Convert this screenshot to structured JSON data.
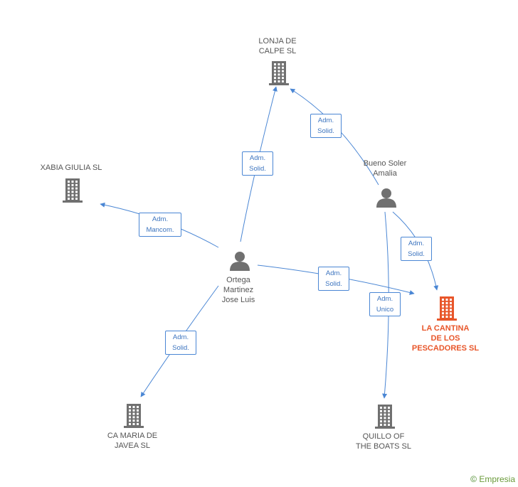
{
  "colors": {
    "edge": "#4a86d4",
    "building": "#707070",
    "building_highlight": "#e8562a",
    "person": "#707070"
  },
  "nodes": [
    {
      "id": "lonja",
      "type": "company",
      "label": "LONJA DE\nCALPE SL",
      "icon": "building-icon"
    },
    {
      "id": "xabia",
      "type": "company",
      "label": "XABIA GIULIA SL",
      "icon": "building-icon"
    },
    {
      "id": "bueno",
      "type": "person",
      "label": "Bueno Soler\nAmalia",
      "icon": "person-icon"
    },
    {
      "id": "ortega",
      "type": "person",
      "label": "Ortega\nMartinez\nJose Luis",
      "icon": "person-icon"
    },
    {
      "id": "cantina",
      "type": "company",
      "label": "LA CANTINA\nDE LOS\nPESCADORES SL",
      "icon": "building-icon",
      "highlight": true
    },
    {
      "id": "camaria",
      "type": "company",
      "label": "CA MARIA DE\nJAVEA SL",
      "icon": "building-icon"
    },
    {
      "id": "quillo",
      "type": "company",
      "label": "QUILLO OF\nTHE BOATS SL",
      "icon": "building-icon"
    }
  ],
  "edges": [
    {
      "from": "ortega",
      "to": "lonja",
      "label": "Adm.\nSolid."
    },
    {
      "from": "bueno",
      "to": "lonja",
      "label": "Adm.\nSolid."
    },
    {
      "from": "ortega",
      "to": "xabia",
      "label": "Adm.\nMancom."
    },
    {
      "from": "ortega",
      "to": "cantina",
      "label": "Adm.\nSolid."
    },
    {
      "from": "bueno",
      "to": "cantina",
      "label": "Adm.\nSolid."
    },
    {
      "from": "bueno",
      "to": "quillo",
      "label": "Adm.\nUnico"
    },
    {
      "from": "ortega",
      "to": "camaria",
      "label": "Adm.\nSolid."
    }
  ],
  "brand": {
    "copyright": "©",
    "name": "Empresia"
  }
}
